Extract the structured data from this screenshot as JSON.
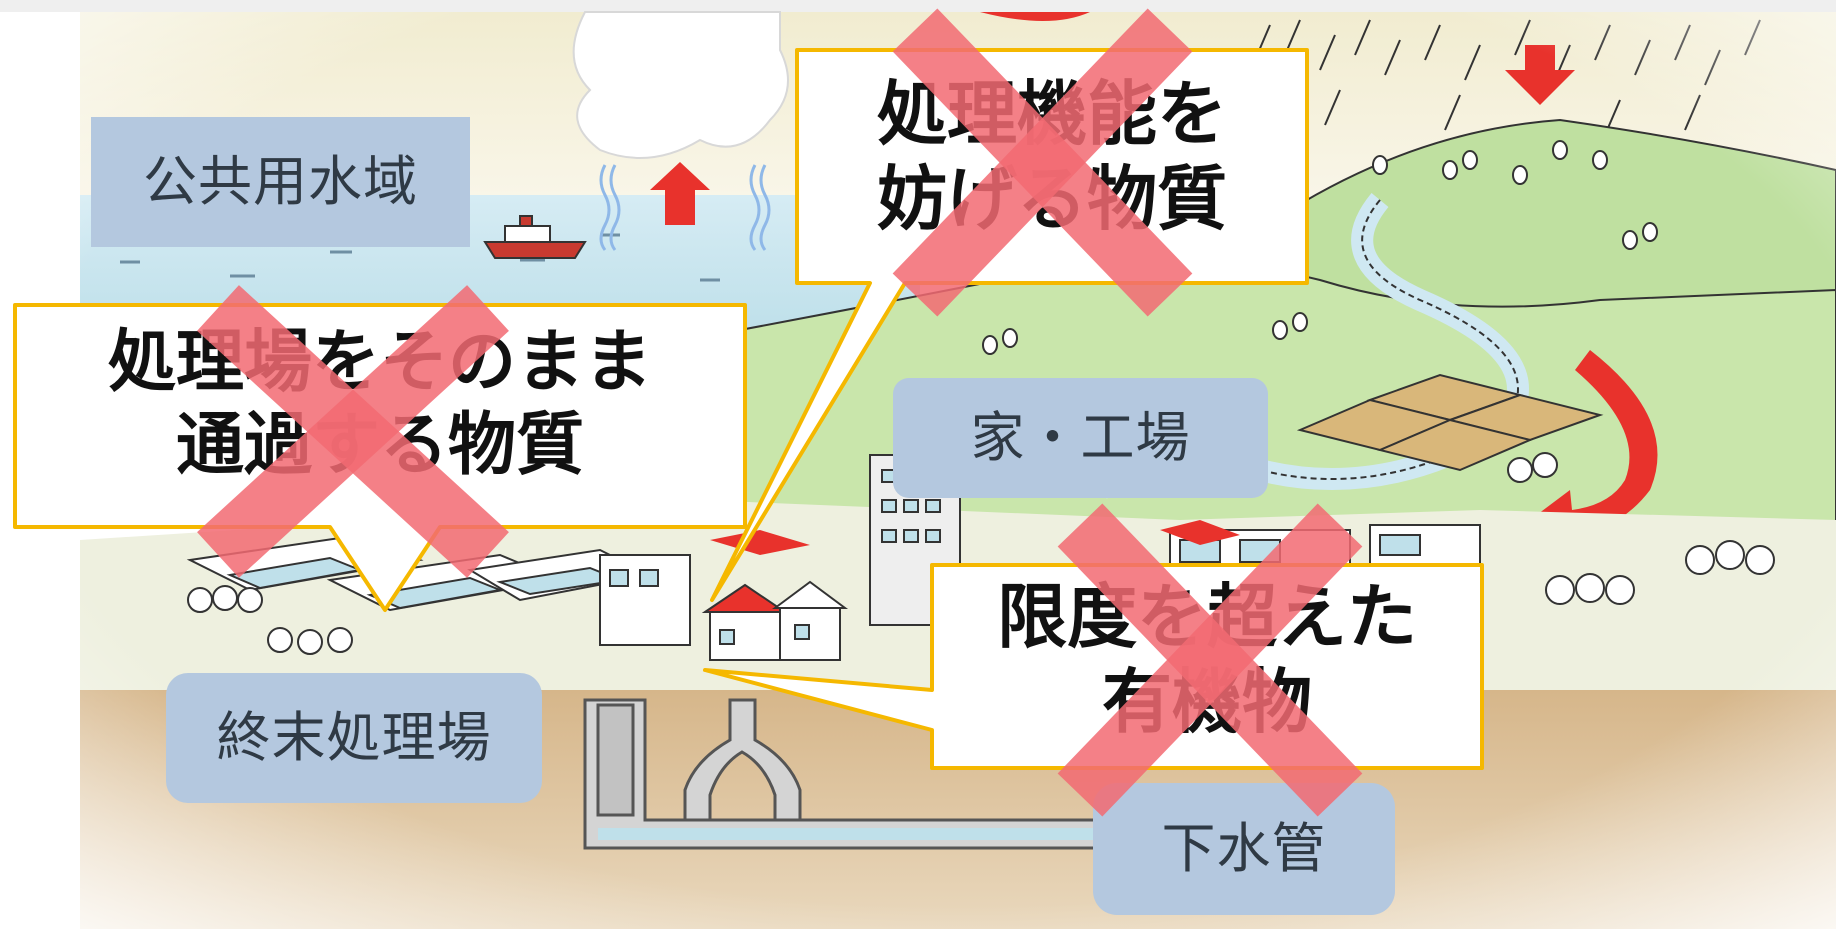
{
  "labels": {
    "public_water": "公共用水域",
    "homes_factories": "家・工場",
    "treatment_plant": "終末処理場",
    "sewer": "下水管"
  },
  "callouts": {
    "pass_through": {
      "line1": "処理場をそのまま",
      "line2": "通過する物質"
    },
    "inhibit": {
      "line1": "処理機能を",
      "line2": "妨げる物質"
    },
    "excess_organic": {
      "line1": "限度を超えた",
      "line2": "有機物"
    }
  },
  "colors": {
    "label_bg": "#b4c8df",
    "callout_border": "#f5b800",
    "cross_mark": "#f26a72",
    "arrow_red": "#e8322c"
  }
}
